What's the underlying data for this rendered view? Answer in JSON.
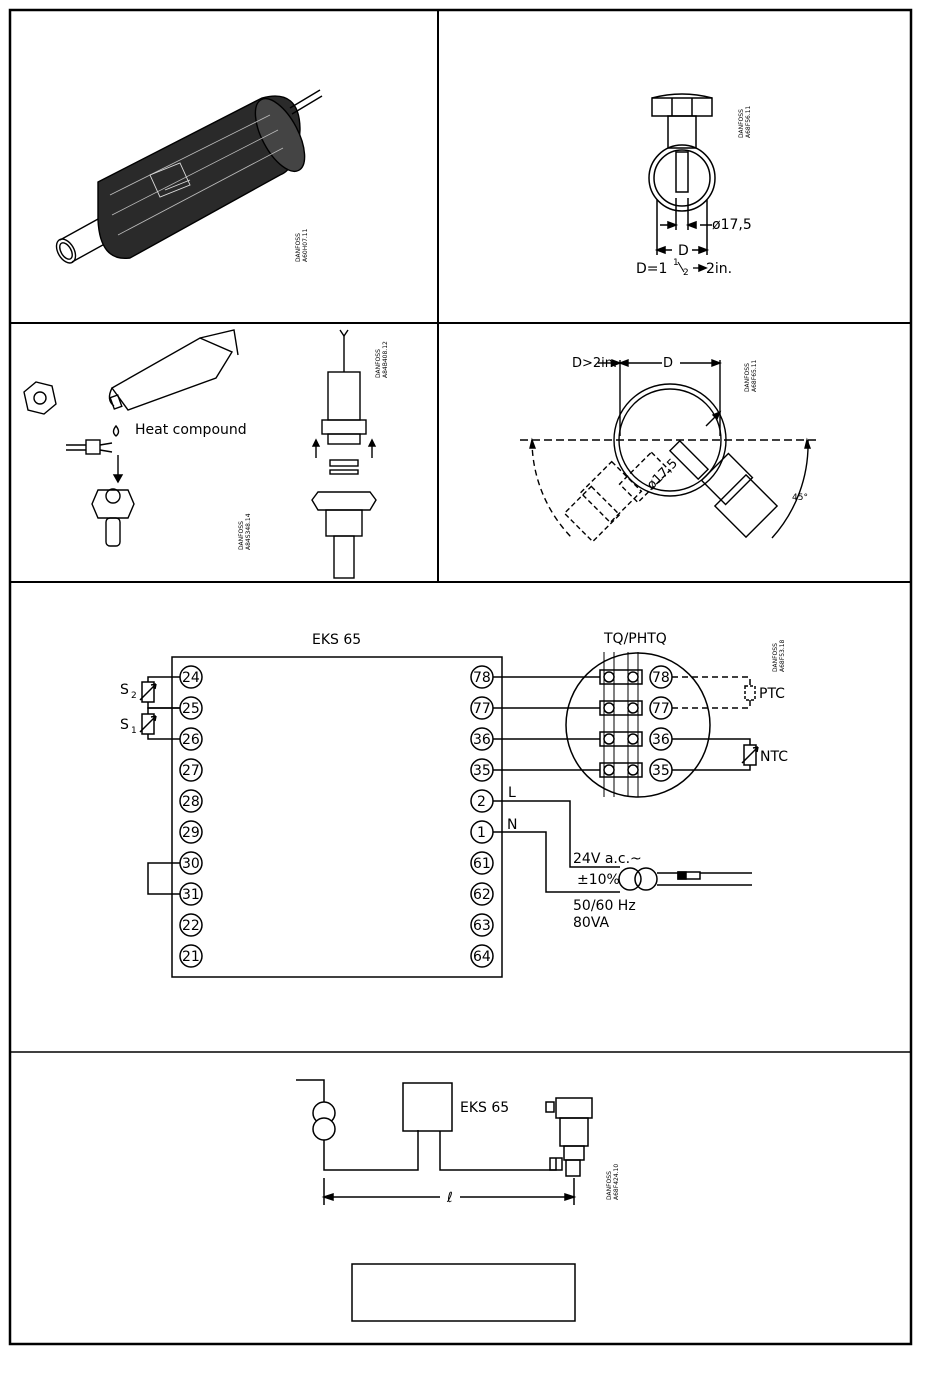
{
  "panel1": {
    "code1": "DANFOSS",
    "code2": "A60H07.11"
  },
  "panel2": {
    "code1": "DANFOSS",
    "code2": "A68F56.11",
    "diameter": "ø17,5",
    "d": "D",
    "range": "D=1",
    "range_sup": "1",
    "range_sub": "2",
    "range_end": "2in."
  },
  "panel3": {
    "heat_compound": "Heat compound",
    "code_a1": "DANFOSS",
    "code_a2": "A84S348.14",
    "code_b1": "DANFOSS",
    "code_b2": "A84B408.12"
  },
  "panel4": {
    "dgt": "D>2in.",
    "d": "D",
    "diameter": "ø17,5",
    "angle": "45°",
    "code1": "DANFOSS",
    "code2": "A68F65.11"
  },
  "wiring": {
    "controller": "EKS 65",
    "sensor_box": "TQ/PHTQ",
    "left_terminals": [
      "24",
      "25",
      "26",
      "27",
      "28",
      "29",
      "30",
      "31",
      "22",
      "21"
    ],
    "right_terminals": [
      "78",
      "77",
      "36",
      "35",
      "2",
      "1",
      "61",
      "62",
      "63",
      "64"
    ],
    "box_terminals": [
      "78",
      "77",
      "36",
      "35"
    ],
    "s2": "S",
    "s2_sub": "2",
    "s1": "S",
    "s1_sub": "1",
    "ptc": "PTC",
    "ntc": "NTC",
    "l": "L",
    "n": "N",
    "supply_v": "24V a.c.~",
    "tol": "±10%",
    "freq": "50/60 Hz",
    "power": "80VA",
    "code1": "DANFOSS",
    "code2": "A68F53.18"
  },
  "panel6": {
    "label": "EKS 65",
    "length": "ℓ",
    "code1": "DANFOSS",
    "code2": "A68F424.10"
  }
}
